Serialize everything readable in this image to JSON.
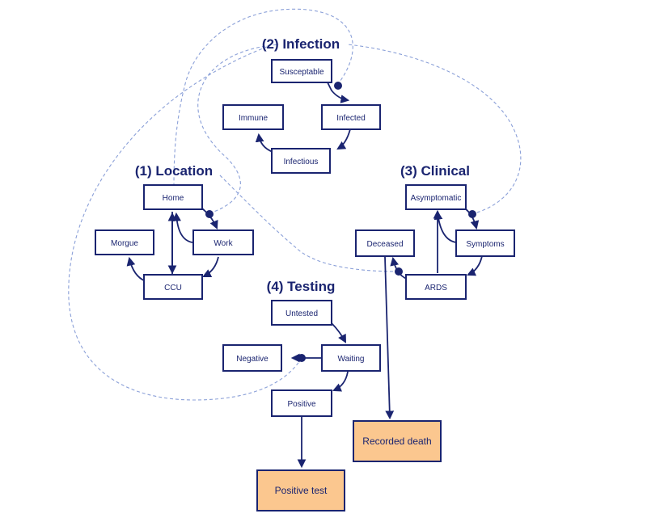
{
  "sections": {
    "infection": "(2) Infection",
    "location": "(1) Location",
    "clinical": "(3) Clinical",
    "testing": "(4) Testing"
  },
  "states": {
    "susceptable": "Susceptable",
    "immune": "Immune",
    "infected": "Infected",
    "infectious": "Infectious",
    "home": "Home",
    "morgue": "Morgue",
    "work": "Work",
    "ccu": "CCU",
    "asymptomatic": "Asymptomatic",
    "deceased": "Deceased",
    "symptoms": "Symptoms",
    "ards": "ARDS",
    "untested": "Untested",
    "negative": "Negative",
    "waiting": "Waiting",
    "positive": "Positive"
  },
  "outcomes": {
    "recorded_death": "Recorded death",
    "positive_test": "Positive test"
  },
  "colors": {
    "ink": "#1a2470",
    "dashed": "#8ba0d8",
    "outcome_fill": "#fbc78f",
    "node_fill": "#ffffff"
  }
}
